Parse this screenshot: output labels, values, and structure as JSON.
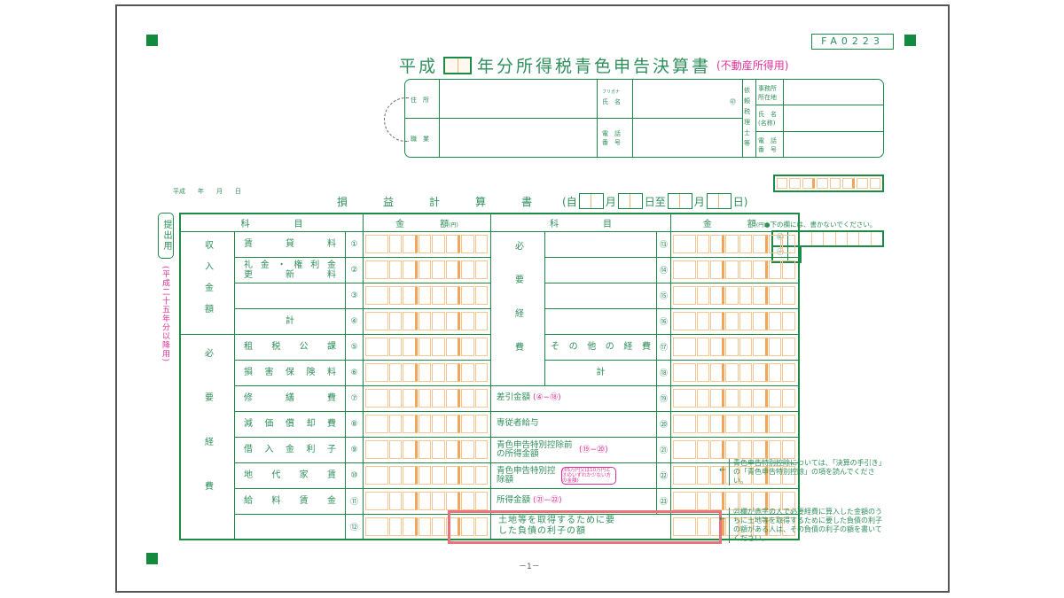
{
  "form_code": "FA0223",
  "title": {
    "era": "平成",
    "main": "年分所得税青色申告決算書",
    "sub": "(不動産所得用)"
  },
  "info": {
    "address": "住　所",
    "occupation": "職　業",
    "furigana": "フリガナ",
    "name": "氏　名",
    "seal": "㊞",
    "phone": "電　話\n番　号",
    "agent": "依頼税理士等",
    "office": "事務所所在地",
    "agent_name": "氏　名(名称)",
    "agent_phone": "電　話番　号"
  },
  "date_line": "平成　　年　　月　　日",
  "statement": {
    "title": "損　益　計　算　書",
    "from": "(自",
    "month": "月",
    "day": "日",
    "to": "至",
    "close": "日)"
  },
  "tab": "提出用",
  "era_note": "(平成二十五年分以降用)",
  "headers": {
    "item": "科　　　　　目",
    "amount": "金　　　　額",
    "unit": "(円)"
  },
  "left_cats": [
    "収入金額",
    "必要経費"
  ],
  "left_rows": [
    {
      "n": "①",
      "label": "賃　貸　料"
    },
    {
      "n": "②",
      "label": "礼金・権利金\n更　新　料"
    },
    {
      "n": "③",
      "label": ""
    },
    {
      "n": "④",
      "label": "計"
    },
    {
      "n": "⑤",
      "label": "租税公課"
    },
    {
      "n": "⑥",
      "label": "損害保険料"
    },
    {
      "n": "⑦",
      "label": "修　繕　費"
    },
    {
      "n": "⑧",
      "label": "減価償却費"
    },
    {
      "n": "⑨",
      "label": "借入金利子"
    },
    {
      "n": "⑩",
      "label": "地代家賃"
    },
    {
      "n": "⑪",
      "label": "給料賃金"
    },
    {
      "n": "⑫",
      "label": ""
    }
  ],
  "right_cat": "必要経費",
  "right_rows": [
    {
      "n": "⑬",
      "label": ""
    },
    {
      "n": "⑭",
      "label": ""
    },
    {
      "n": "⑮",
      "label": ""
    },
    {
      "n": "⑯",
      "label": ""
    },
    {
      "n": "⑰",
      "label": "その他の経費"
    },
    {
      "n": "⑱",
      "label": "計"
    },
    {
      "n": "⑲",
      "label": "差引金額",
      "calc": "(④−⑱)"
    },
    {
      "n": "⑳",
      "label": "専従者給与"
    },
    {
      "n": "㉑",
      "label": "青色申告特別控除前の所得金額",
      "calc": "(⑲−⑳)"
    },
    {
      "n": "㉒",
      "label": "青色申告特別控除額",
      "calc": "(65万円又は10万円と㉑のいずれか少ない方の金額)"
    },
    {
      "n": "㉓",
      "label": "所得金額",
      "calc": "(㉑−㉒)"
    },
    {
      "n": "",
      "label": "土地等を取得するために要した負債の利子の額"
    }
  ],
  "office_only": {
    "note": "●下の欄には、書かないでください。",
    "r1": "㊿",
    "r2": "㊀"
  },
  "notes": [
    "青色申告特別控除については、「決算の手引き」の「青色申告特別控除」の項を読んでください。",
    "㉓欄が赤字の人で必要経費に算入した金額のうちに土地等を取得するために要した負債の利子の額がある人は、その負債の利子の額を書いてください。"
  ],
  "page": "－1－"
}
